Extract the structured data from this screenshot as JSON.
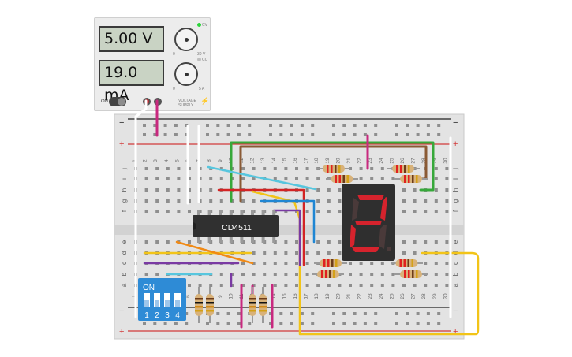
{
  "power_supply": {
    "voltage_display": "5.00 V",
    "current_display": "19.0 mA",
    "switch_label": "ON",
    "brand_label": "VOLTAGE SUPPLY",
    "knob_min": "0",
    "voltage_knob_max": "30 V",
    "current_knob_max": "5 A",
    "mode_cv": "CV",
    "mode_cc": "CC"
  },
  "breadboard": {
    "top_rail_plus": "+",
    "top_rail_minus": "−",
    "bottom_rail_plus": "+",
    "bottom_rail_minus": "−",
    "row_labels_top": [
      "j",
      "i",
      "h",
      "g",
      "f"
    ],
    "row_labels_bottom": [
      "e",
      "d",
      "c",
      "b",
      "a"
    ],
    "column_numbers_top": [
      "1",
      "2",
      "3",
      "4",
      "5",
      "6",
      "7",
      "8",
      "9",
      "10",
      "11",
      "12",
      "13",
      "14",
      "15",
      "16",
      "17",
      "18",
      "19",
      "20",
      "21",
      "22",
      "23",
      "24",
      "25",
      "26",
      "27",
      "28",
      "29",
      "30"
    ],
    "column_numbers_bottom": [
      "1",
      "2",
      "3",
      "4",
      "5",
      "6",
      "7",
      "8",
      "9",
      "10",
      "11",
      "12",
      "13",
      "14",
      "15",
      "16",
      "17",
      "18",
      "19",
      "20",
      "21",
      "22",
      "23",
      "24",
      "25",
      "26",
      "27",
      "28",
      "29",
      "30"
    ]
  },
  "chip": {
    "label": "CD4511"
  },
  "dip_switch": {
    "label": "ON",
    "switch_numbers": [
      "1",
      "2",
      "3",
      "4"
    ]
  },
  "seven_segment": {
    "digit": "2"
  },
  "colors": {
    "board": "#e3e3e3",
    "rail_red": "#d23a3a",
    "wire_green": "#37a83a",
    "wire_brown": "#8a5a34",
    "wire_yellow": "#f2c418",
    "wire_blue": "#1f86d3",
    "wire_purple": "#7a3aa3",
    "wire_magenta": "#c8297f",
    "wire_red": "#d32424",
    "wire_cyan": "#57c6de",
    "wire_orange": "#f08a16",
    "display_body": "#2f2f2f",
    "segment_on": "#d6232d",
    "segment_off": "#4a3a3a"
  }
}
